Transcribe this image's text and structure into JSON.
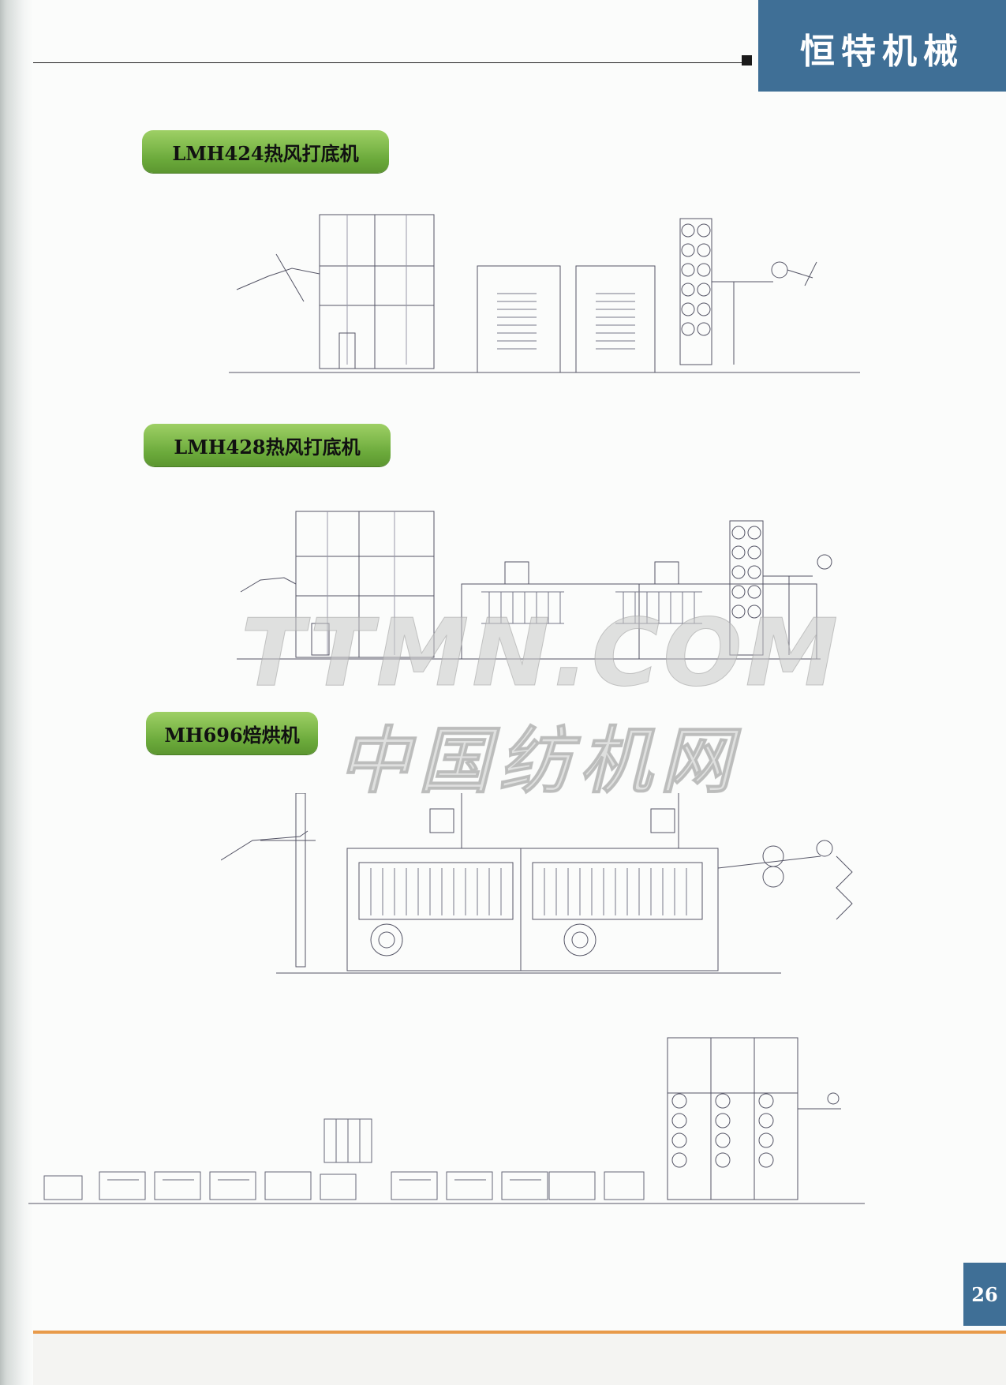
{
  "header": {
    "brand": "恒特机械"
  },
  "sections": [
    {
      "label": "LMH424热风打底机"
    },
    {
      "label": "LMH428热风打底机"
    },
    {
      "label": "MH696焙烘机"
    }
  ],
  "watermark": {
    "line1": "TTMN.COM",
    "line2": "中国纺机网"
  },
  "footer": {
    "page_number": "26"
  },
  "colors": {
    "brand_blue": "#3f6f96",
    "label_green": "#7cb84a",
    "accent_orange": "#e89a4a"
  }
}
